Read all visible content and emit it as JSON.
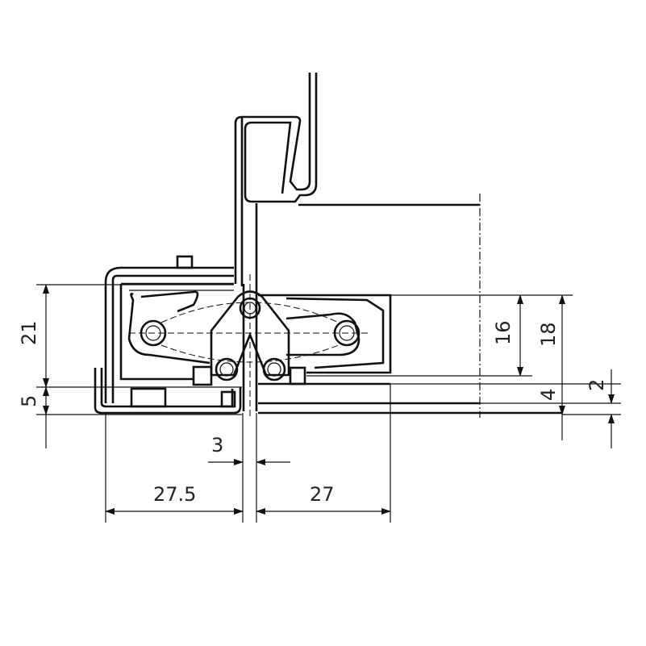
{
  "dimensions": {
    "left_upper": "21",
    "left_lower": "5",
    "gap": "3",
    "width_left": "27.5",
    "width_right": "27",
    "height_inner": "16",
    "height_outer": "18",
    "offset_4": "4",
    "offset_2": "2"
  },
  "colors": {
    "line": "#111111",
    "background": "#ffffff"
  }
}
